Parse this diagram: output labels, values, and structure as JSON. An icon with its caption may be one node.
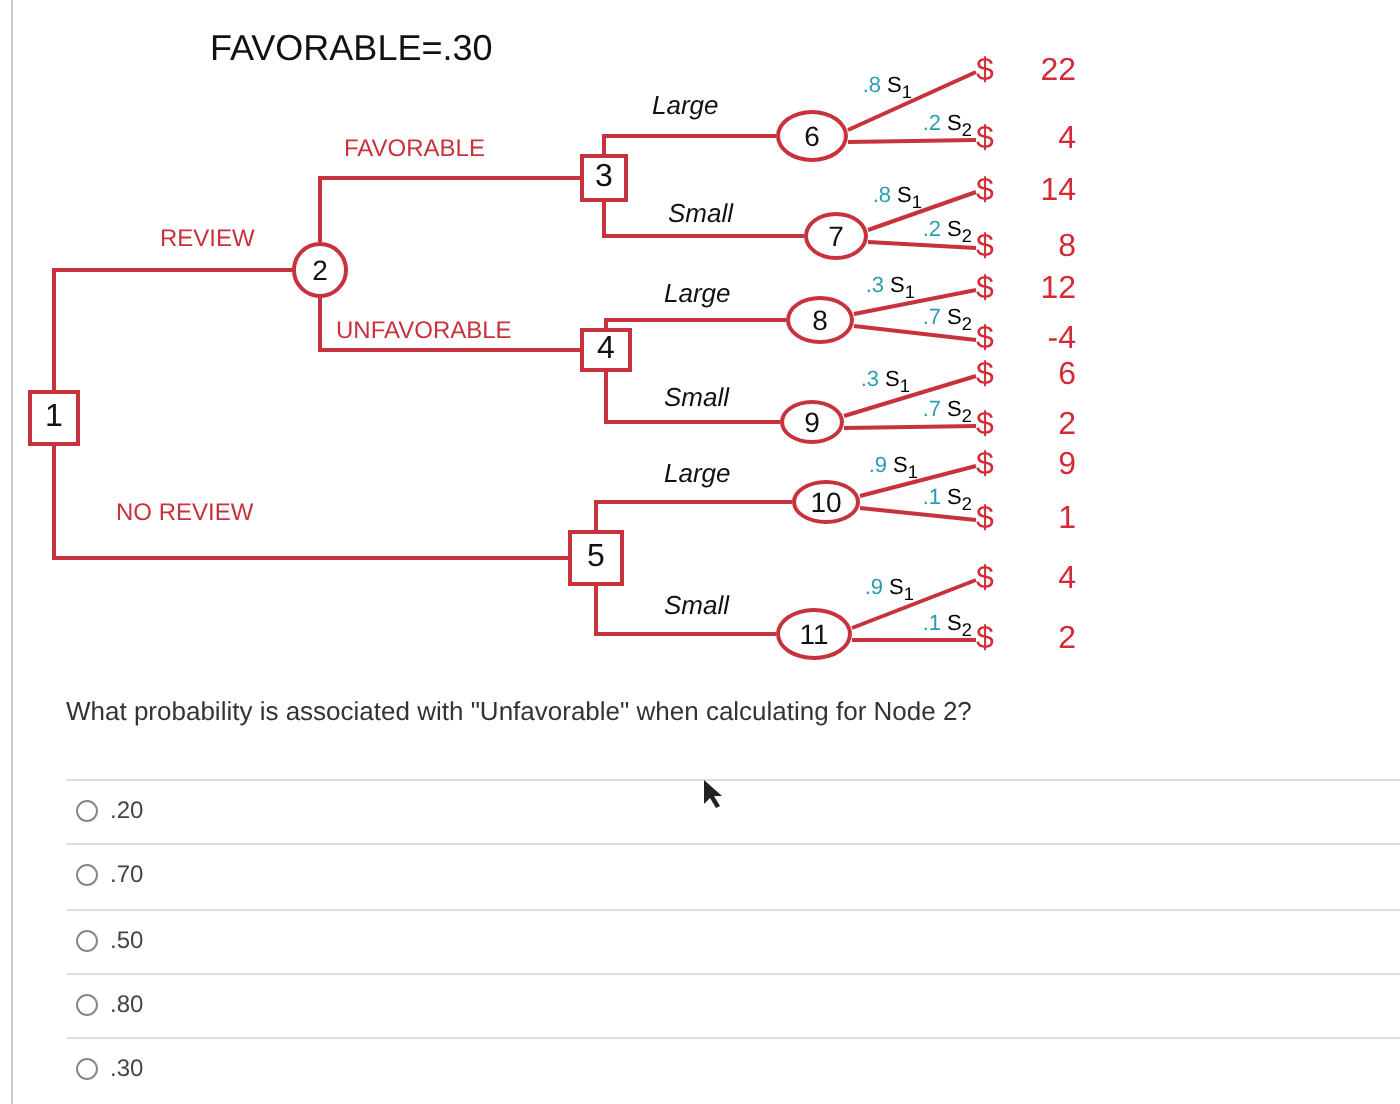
{
  "diagram": {
    "nodes": [
      {
        "text": [
          "1"
        ]
      },
      {
        "text": [
          "2"
        ]
      },
      {
        "text": [
          "3"
        ]
      },
      {
        "text": [
          "4"
        ]
      },
      {
        "text": [
          "5"
        ]
      },
      {
        "text": [
          "6"
        ]
      },
      {
        "text": [
          "7"
        ]
      },
      {
        "text": [
          "8"
        ]
      },
      {
        "text": [
          "9"
        ]
      },
      {
        "text": [
          "10"
        ]
      },
      {
        "text": [
          "11"
        ]
      },
      {
        "text": [
          "$",
          "22"
        ]
      },
      {
        "text": [
          "$",
          "4"
        ]
      },
      {
        "text": [
          "$",
          "14"
        ]
      },
      {
        "text": [
          "$",
          "8"
        ]
      },
      {
        "text": [
          "$",
          "12"
        ]
      },
      {
        "text": [
          "$",
          "-4"
        ]
      },
      {
        "text": [
          "$",
          "6"
        ]
      },
      {
        "text": [
          "$",
          "2"
        ]
      },
      {
        "text": [
          "$",
          "9"
        ]
      },
      {
        "text": [
          "$",
          "1"
        ]
      },
      {
        "text": [
          "$",
          "4"
        ]
      },
      {
        "text": [
          "$",
          "2"
        ]
      }
    ],
    "edges": [
      {
        "from": 0,
        "to": 1,
        "arrow": "none",
        "label": "REVIEW"
      },
      {
        "from": 0,
        "to": 4,
        "arrow": "none",
        "label": "NO REVIEW"
      },
      {
        "from": 1,
        "to": 2,
        "arrow": "none",
        "label": "FAVORABLE"
      },
      {
        "from": 1,
        "to": 3,
        "arrow": "none",
        "label": "UNFAVORABLE"
      },
      {
        "from": 2,
        "to": 5,
        "arrow": "none",
        "label": "Large"
      },
      {
        "from": 2,
        "to": 6,
        "arrow": "none",
        "label": "Small"
      },
      {
        "from": 3,
        "to": 7,
        "arrow": "none",
        "label": "Large"
      },
      {
        "from": 3,
        "to": 8,
        "arrow": "none",
        "label": "Small"
      },
      {
        "from": 4,
        "to": 9,
        "arrow": "none",
        "label": "Large"
      },
      {
        "from": 4,
        "to": 10,
        "arrow": "none",
        "label": "Small"
      },
      {
        "from": 5,
        "to": 11,
        "arrow": "none",
        "label": ".8 S$_{1}$"
      },
      {
        "from": 5,
        "to": 12,
        "arrow": "none",
        "label": ".2 S$_{2}$"
      },
      {
        "from": 6,
        "to": 13,
        "arrow": "none",
        "label": ".8 S$_{1}$"
      },
      {
        "from": 6,
        "to": 14,
        "arrow": "none",
        "label": ".2 S$_{2}$"
      },
      {
        "from": 7,
        "to": 15,
        "arrow": "none",
        "label": ".3 S$_{1}$"
      },
      {
        "from": 7,
        "to": 16,
        "arrow": "none",
        "label": ".7 S$_{2}$"
      },
      {
        "from": 8,
        "to": 17,
        "arrow": "none",
        "label": ".3 S$_{1}$"
      },
      {
        "from": 8,
        "to": 18,
        "arrow": "none",
        "label": ".7 S$_{2}$"
      },
      {
        "from": 9,
        "to": 19,
        "arrow": "none",
        "label": ".9 S$_{1}$"
      },
      {
        "from": 9,
        "to": 20,
        "arrow": "none",
        "label": ".1 S$_{2}$"
      },
      {
        "from": 10,
        "to": 21,
        "arrow": "none",
        "label": ".9 S$_{1}$"
      },
      {
        "from": 10,
        "to": 22,
        "arrow": "none",
        "label": ".1 S$_{2}$"
      }
    ],
    "labels": [
      "FAVORABLE=.30",
      "What probability is associated with \"Unfavorable\" when calculating for Node 2?",
      ".20",
      ".70",
      ".50",
      ".80",
      ".30"
    ]
  }
}
